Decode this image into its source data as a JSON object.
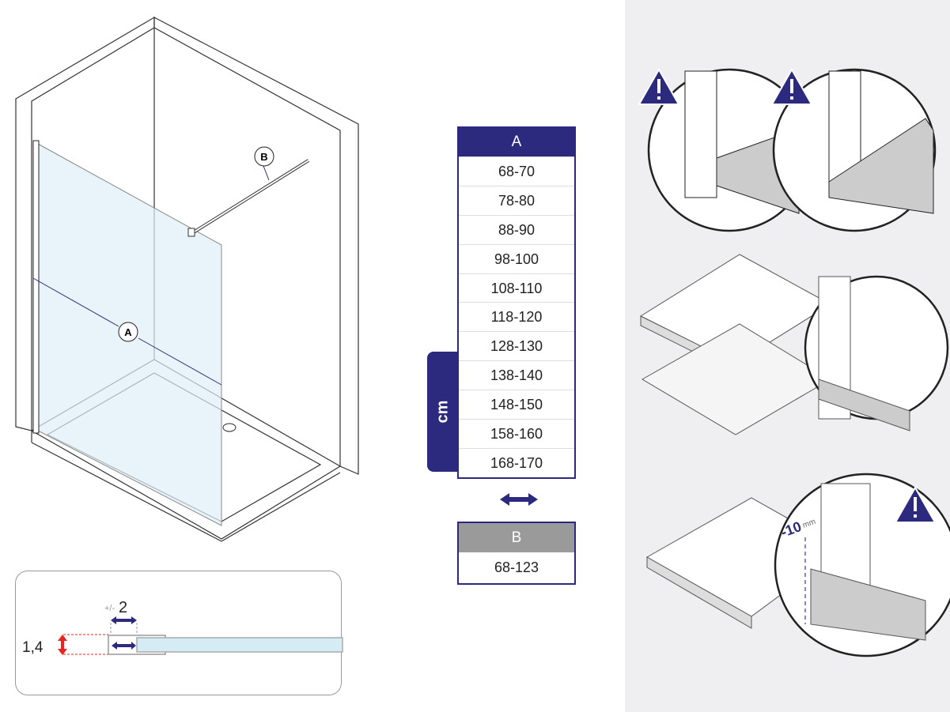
{
  "diagram_labels": {
    "a": "A",
    "b": "B"
  },
  "size_table": {
    "header": "A",
    "unit": "cm",
    "rows": [
      "68-70",
      "78-80",
      "88-90",
      "98-100",
      "108-110",
      "118-120",
      "128-130",
      "138-140",
      "148-150",
      "158-160",
      "168-170"
    ]
  },
  "bar_table": {
    "header": "B",
    "value": "68-123"
  },
  "detail": {
    "height_value": "1,4",
    "tolerance_prefix": "+/-",
    "tolerance_value": "2"
  },
  "gap_note": {
    "value": "-10",
    "unit": "mm"
  },
  "colors": {
    "navy": "#2b2a7e",
    "glass": "#d6ecf5",
    "red": "#e52521",
    "panel": "#efeff1"
  }
}
